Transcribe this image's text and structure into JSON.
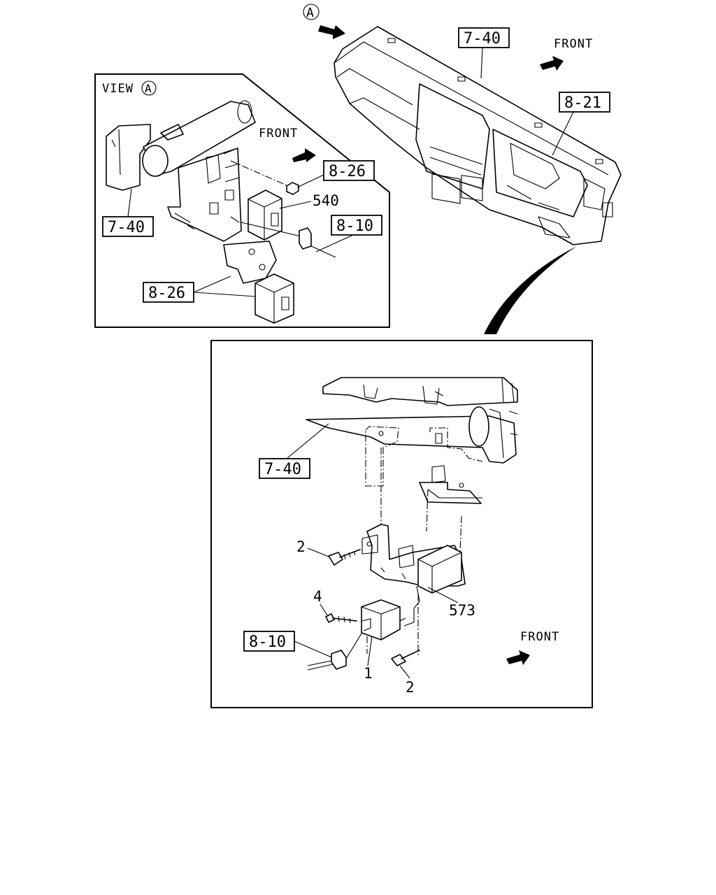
{
  "top_view": {
    "marker": "A",
    "labels": {
      "ref_7_40": "7-40",
      "front": "FRONT",
      "ref_8_21": "8-21"
    }
  },
  "view_a": {
    "title": "VIEW",
    "marker": "A",
    "labels": {
      "front": "FRONT",
      "ref_8_26_upper": "8-26",
      "part_540": "540",
      "ref_8_10": "8-10",
      "ref_7_40": "7-40",
      "ref_8_26_lower": "8-26"
    }
  },
  "detail_view": {
    "labels": {
      "ref_7_40": "7-40",
      "part_2_upper": "2",
      "part_4": "4",
      "part_573": "573",
      "ref_8_10": "8-10",
      "part_1": "1",
      "part_2_lower": "2",
      "front": "FRONT"
    }
  }
}
